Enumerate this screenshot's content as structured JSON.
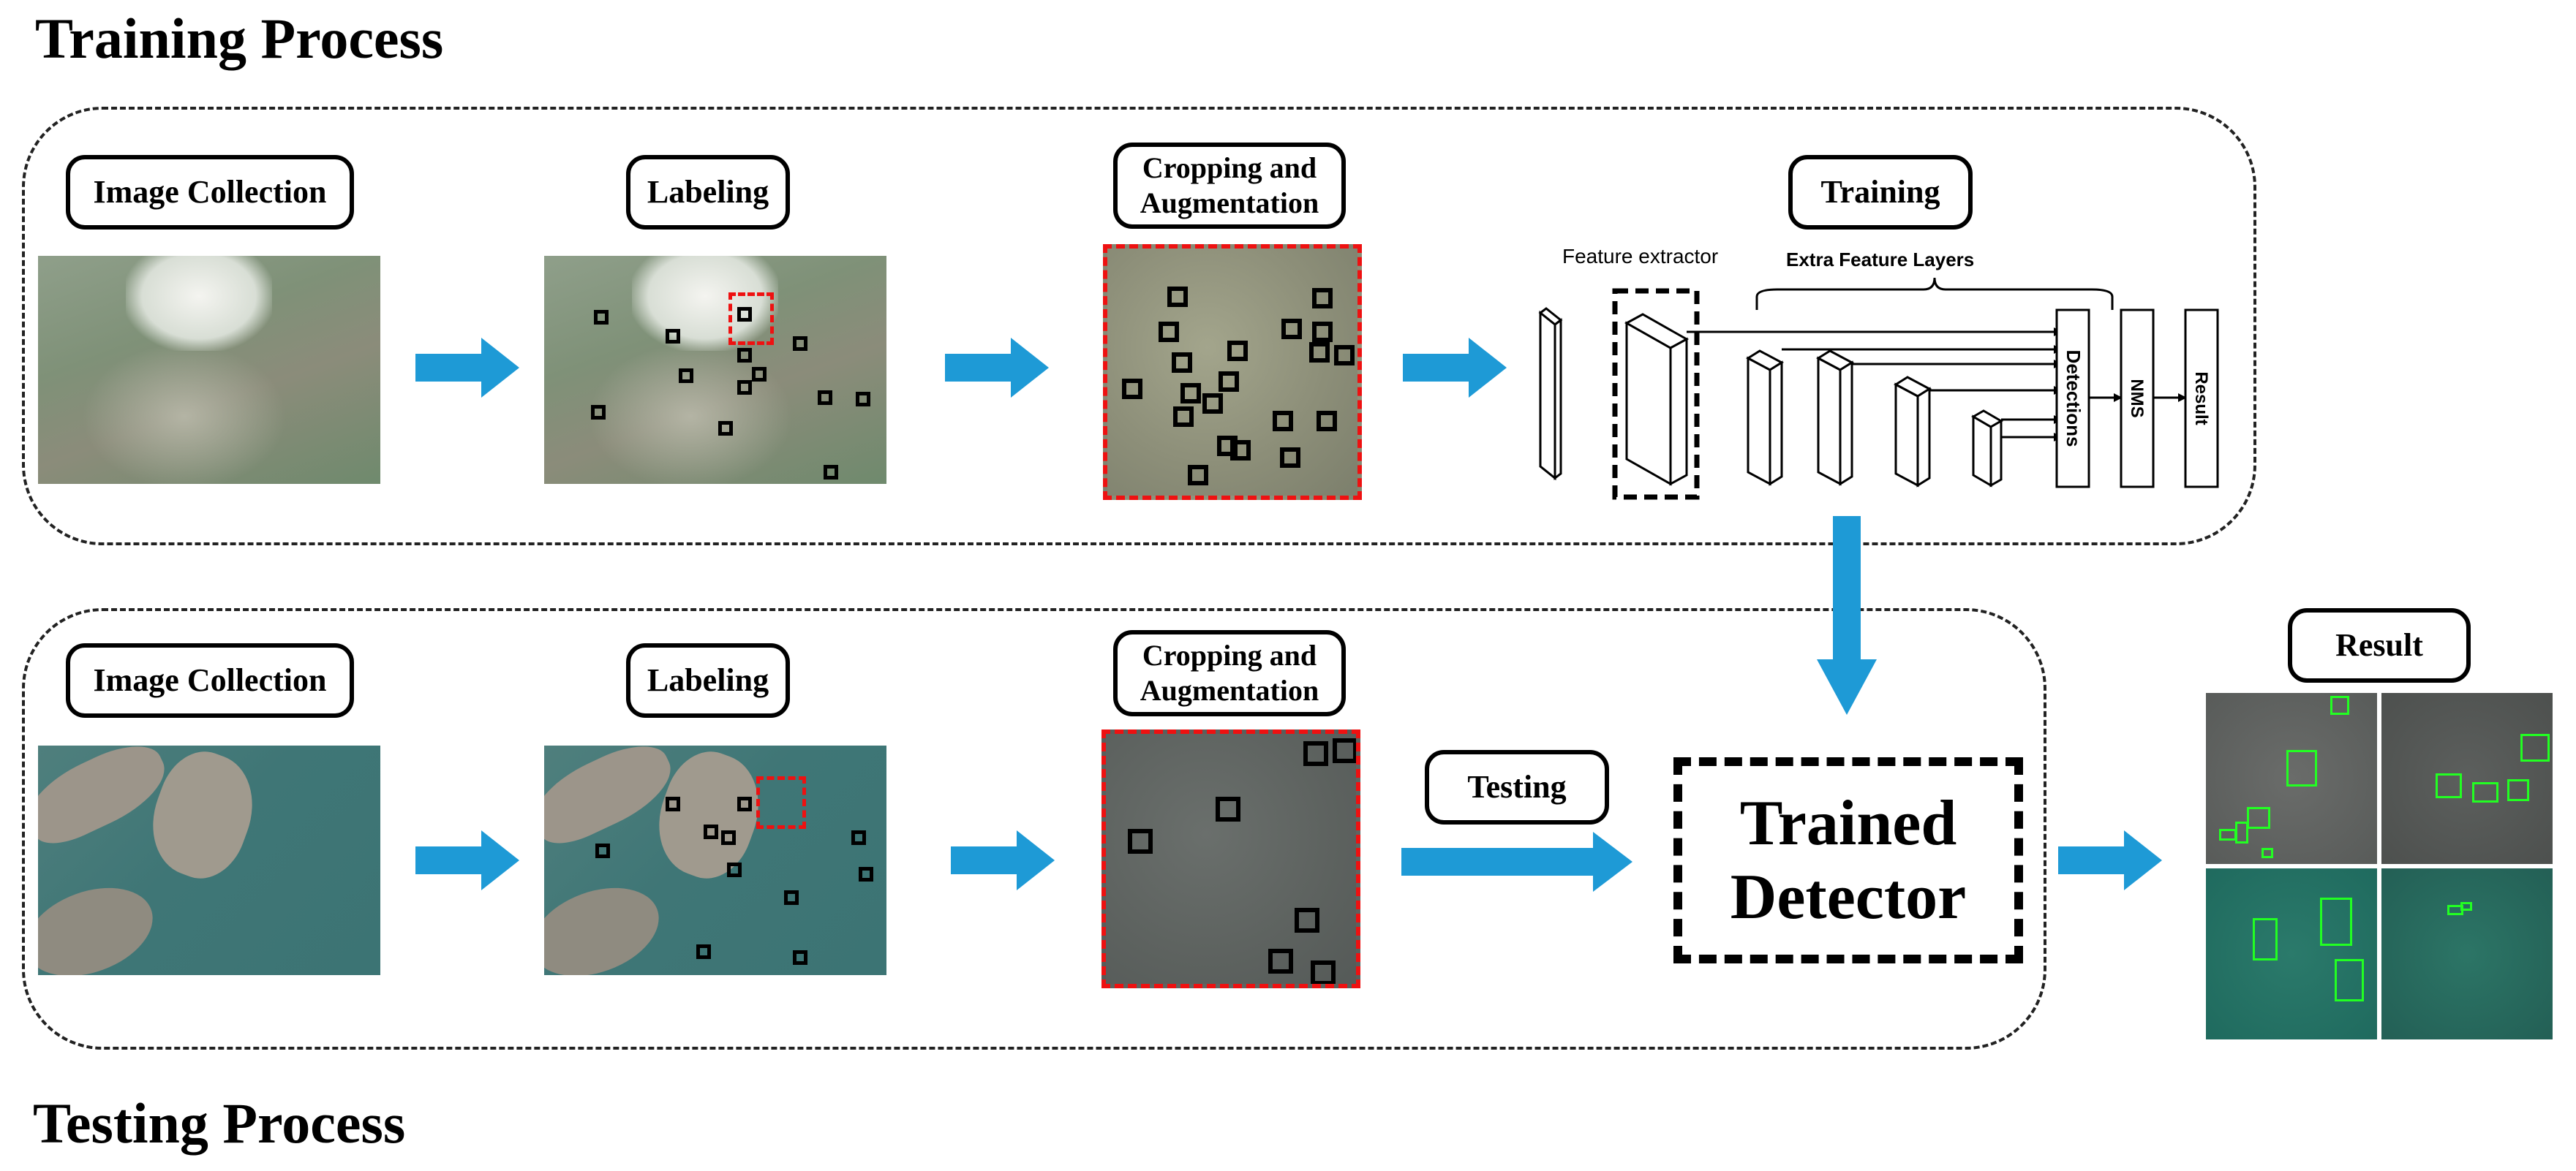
{
  "headings": {
    "training": "Training Process",
    "testing": "Testing Process"
  },
  "training_row": {
    "image_collection": "Image Collection",
    "labeling": "Labeling",
    "cropping": "Cropping and\nAugmentation",
    "training": "Training"
  },
  "testing_row": {
    "image_collection": "Image Collection",
    "labeling": "Labeling",
    "cropping": "Cropping and\nAugmentation",
    "testing": "Testing",
    "detector": "Trained\nDetector",
    "result": "Result"
  },
  "network": {
    "feature_extractor": "Feature extractor",
    "extra_layers": "Extra Feature Layers",
    "detections": "Detections",
    "nms": "NMS",
    "result": "Result"
  },
  "colors": {
    "arrow_blue": "#1e9ad6",
    "selection_red": "#e11111",
    "detection_green": "#22ff22"
  }
}
